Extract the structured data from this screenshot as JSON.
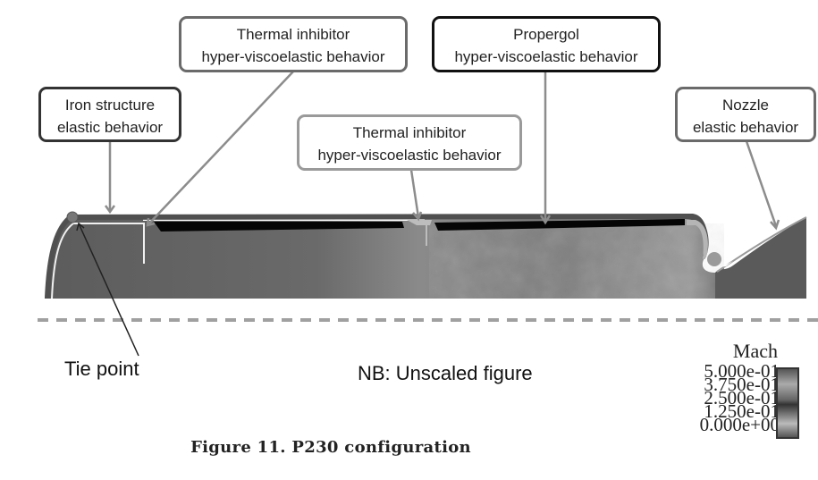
{
  "figure": {
    "caption": "Figure 11.  P230 configuration",
    "note": "NB: Unscaled figure",
    "tie_point_label": "Tie point"
  },
  "callouts": [
    {
      "id": "iron-structure",
      "line1": "Iron structure",
      "line2": "elastic behavior"
    },
    {
      "id": "thermal-inhibitor-1",
      "line1": "Thermal inhibitor",
      "line2": "hyper-viscoelastic behavior"
    },
    {
      "id": "propergol",
      "line1": "Propergol",
      "line2": "hyper-viscoelastic behavior"
    },
    {
      "id": "thermal-inhibitor-2",
      "line1": "Thermal inhibitor",
      "line2": "hyper-viscoelastic behavior"
    },
    {
      "id": "nozzle",
      "line1": "Nozzle",
      "line2": "elastic behavior"
    }
  ],
  "legend": {
    "title": "Mach",
    "ticks": [
      "5.000e-01",
      "3.750e-01",
      "2.500e-01",
      "1.250e-01",
      "0.000e+00"
    ],
    "range": [
      0.0,
      0.5
    ]
  },
  "colors": {
    "structure": "#555555",
    "propergol": "#000000",
    "inhibitor": "#b0b0b0",
    "leader_line": "#8c8c8c",
    "dashed_axis": "#a0a0a0"
  }
}
